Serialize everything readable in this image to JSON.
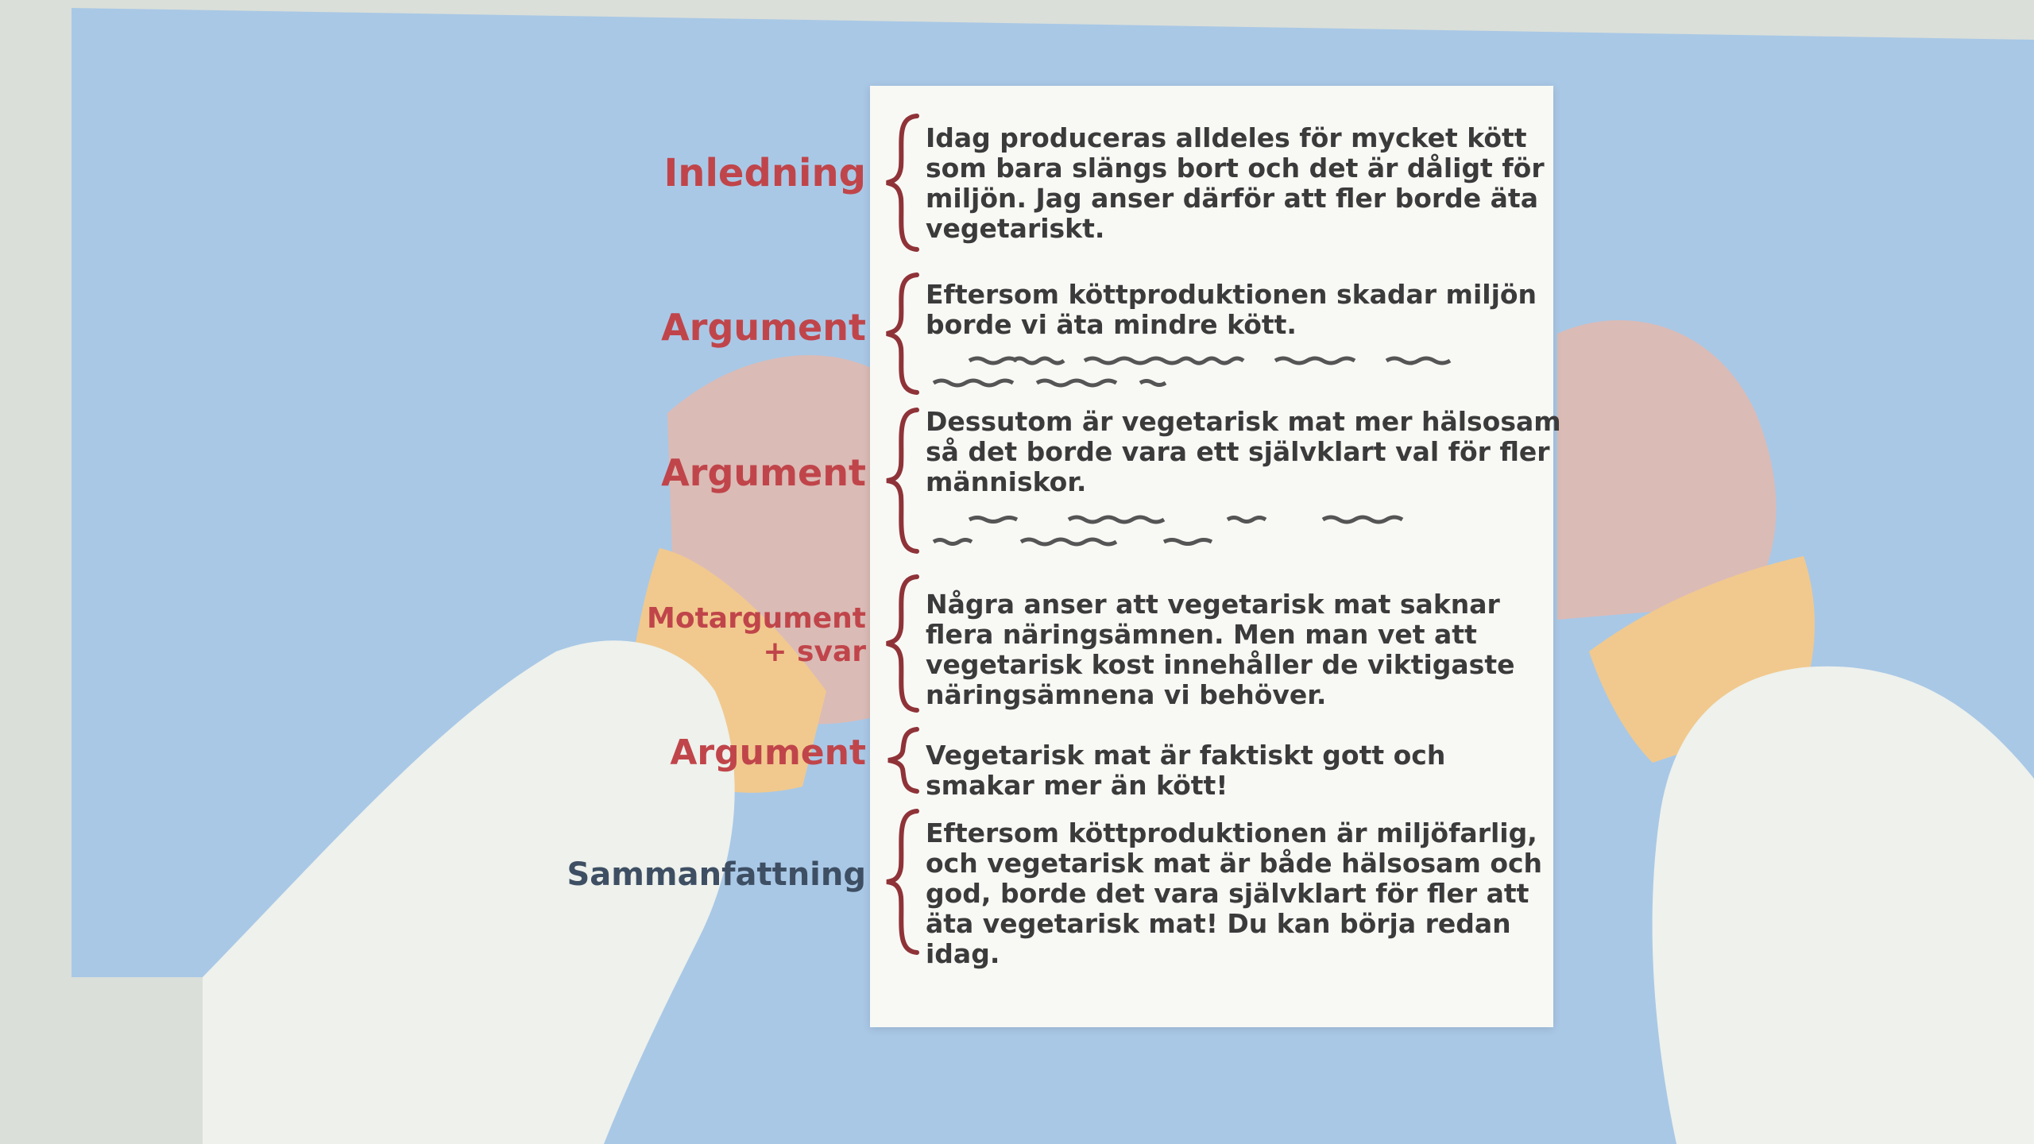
{
  "essay": {
    "sections": [
      {
        "label": "Inledning",
        "text": "Idag produceras alldeles för mycket kött som bara slängs bort och det är dåligt för miljön. Jag anser därför att fler borde äta vegetariskt."
      },
      {
        "label": "Argument",
        "text": "Eftersom köttproduktionen skadar miljön borde vi äta mindre kött."
      },
      {
        "label": "Argument",
        "text": "Dessutom är vegetarisk mat mer hälsosam så det borde vara ett självklart val för fler människor."
      },
      {
        "label": "Motargument",
        "label_sub": "+ svar",
        "text": "Några anser att vegetarisk mat saknar flera näringsämnen. Men man vet att vegetarisk kost innehåller de viktigaste näringsämnena vi behöver."
      },
      {
        "label": "Argument",
        "text": "Vegetarisk mat är faktiskt gott och smakar mer än kött!"
      },
      {
        "label": "Sammanfattning",
        "text": "Eftersom köttproduktionen är miljöfarlig, och vegetarisk mat är både hälsosam och god, borde det vara självklart för fler att äta vegetarisk mat! Du kan börja redan idag."
      }
    ]
  },
  "colors": {
    "background": "#a9c8e6",
    "paper": "#f8f9f5",
    "label_red": "#c0454a",
    "brace": "#8f3338",
    "text": "#3b3b3b",
    "skin": "#e4b8ad",
    "cuff": "#f1c98e",
    "sleeve": "#eef1ec"
  }
}
